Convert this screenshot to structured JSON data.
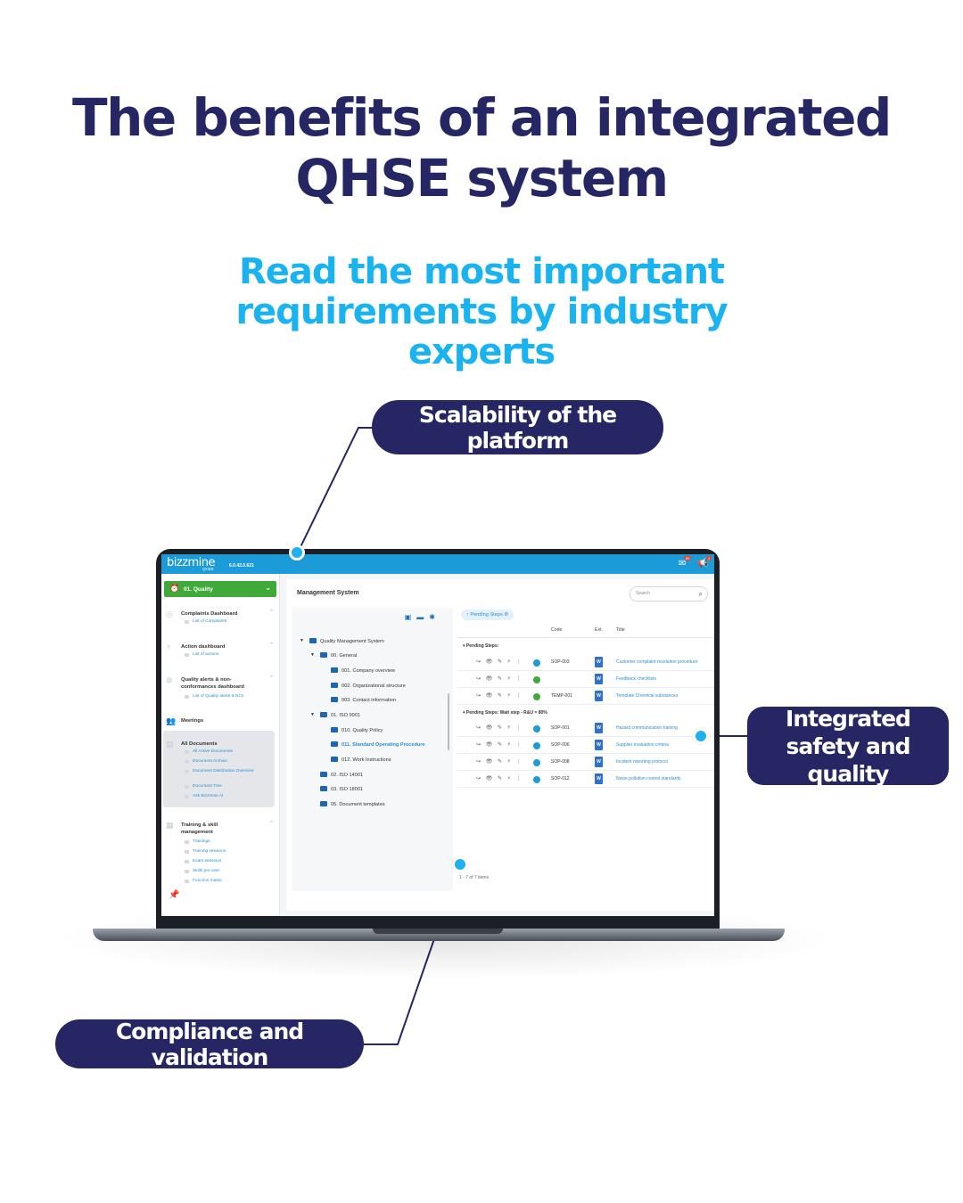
{
  "headline": "The benefits of an integrated QHSE system",
  "subheadline": "Read the most important requirements by industry experts",
  "callouts": {
    "top": "Scalability of the platform",
    "right": "Integrated safety and quality",
    "bottom": "Compliance and validation"
  },
  "colors": {
    "navy": "#252663",
    "accent": "#19b4f0",
    "topbar": "#1b9bd8",
    "module": "#3faa3a"
  },
  "app": {
    "logo": "bizzmine",
    "logo_sub": "QHSE",
    "version": "6.0.42.0.621",
    "mail_badge": "60",
    "notif_badge": "1",
    "module_label": "01. Quality",
    "sidebar": [
      {
        "title": "Complaints Dashboard",
        "icon": "compass-icon",
        "subs": [
          "List of Complaints"
        ]
      },
      {
        "title": "Action dashboard",
        "icon": "bolt-icon",
        "subs": [
          "List of actions"
        ]
      },
      {
        "title": "Quality alerts & non-conformances dashboard",
        "icon": "alert-icon",
        "subs": [
          "List of Quality alerts & NCs"
        ]
      },
      {
        "title": "Meetings",
        "icon": "people-icon",
        "subs": []
      },
      {
        "title": "All Documents",
        "icon": "document-icon",
        "subs": [
          "All Active Documents",
          "Document Archive",
          "Document Distribution Overview",
          "Document Tree",
          "Ask Bizzmine AI"
        ]
      },
      {
        "title": "Training & skill management",
        "icon": "training-icon",
        "subs": [
          "Trainings",
          "Training sessions",
          "Exam sessions",
          "Skills per user",
          "Function matrix"
        ]
      }
    ],
    "content_title": "Management System",
    "search_placeholder": "Search",
    "tree": [
      "Quality Management System",
      "00. General",
      "001. Company overview",
      "002. Organizational structure",
      "003. Contact information",
      "01. ISO 9001",
      "010. Quality Policy",
      "011. Standard Operating Procedure",
      "012. Work Instructions",
      "02. ISO 14001",
      "03. ISO 18001",
      "05. Document templates"
    ],
    "filter_chip": "Pending Steps",
    "columns": {
      "code": "Code",
      "ext": "Ext.",
      "title": "Title"
    },
    "group1": "Pending Steps:",
    "group2": "Pending Steps:  Wait step - R&U = 80%",
    "rows": [
      {
        "code": "SOP-003",
        "title": "Customer complaint resolution procedure",
        "status": "#1b9bd8"
      },
      {
        "code": "",
        "title": "Feedback checklists",
        "status": "#3faa3a"
      },
      {
        "code": "TEMP-001",
        "title": "Template Chemical substances",
        "status": "#3faa3a"
      },
      {
        "code": "SOP-001",
        "title": "Hazard communication training",
        "status": "#1b9bd8"
      },
      {
        "code": "SOP-006",
        "title": "Supplier evaluation criteria",
        "status": "#1b9bd8"
      },
      {
        "code": "SOP-008",
        "title": "Incident reporting protocol",
        "status": "#1b9bd8"
      },
      {
        "code": "SOP-012",
        "title": "Noise pollution control standards",
        "status": "#1b9bd8"
      }
    ],
    "ext_label": "W",
    "items_count": "1 - 7 of 7 items"
  }
}
